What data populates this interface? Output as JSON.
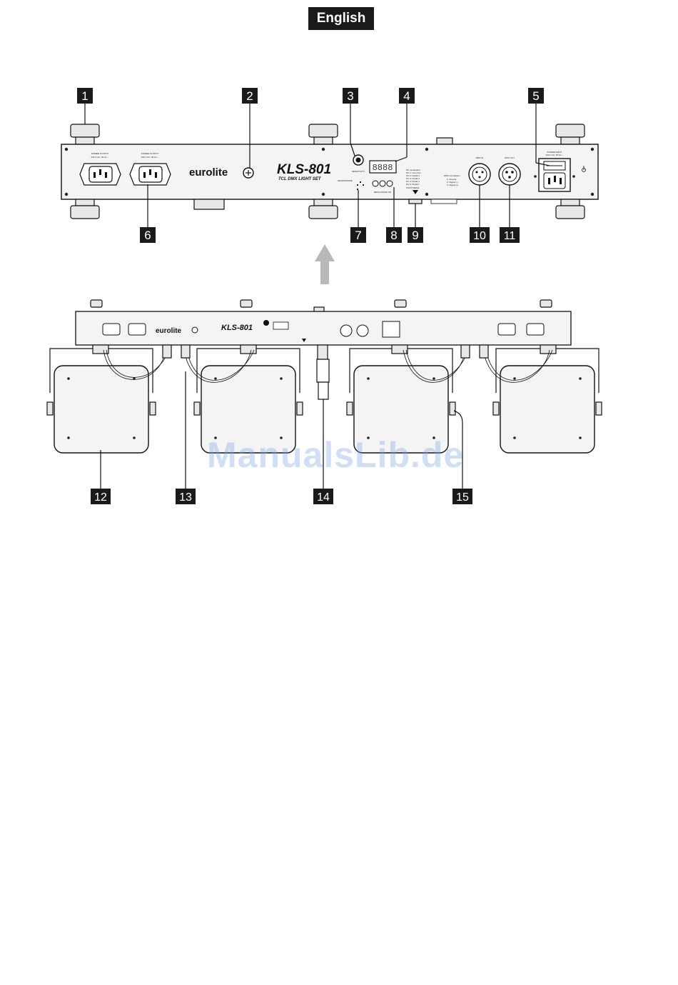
{
  "language_badge": "English",
  "front_panel": {
    "brand_logo": "eurolite",
    "model": "KLS-801",
    "subtitle": "TCL DMX LIGHT SET",
    "power_output_label": "POWER OUTPUT",
    "power_output_rating": "230 V AC, 50 Hz ~",
    "power_input_label": "POWER INPUT",
    "power_input_rating": "230 V AC, 50 Hz ~",
    "sensitivity_label": "SENSITIVITY",
    "microphone_label": "MICROPHONE",
    "display_text": "8888",
    "menu_labels": "MENU DOWN UP",
    "pin_assignment": [
      "Pin occupation:",
      "Pin 1: Common",
      "Pin 2: Pedal 4",
      "Pin 3: Pedal 3",
      "Pin 4: Pedal 2",
      "Pin 5: Pedal 1"
    ],
    "foot_pedal_label": "FOOT PEDAL",
    "dmx_in_label": "DMX IN",
    "dmx_out_label": "DMX OUT",
    "dmx_occupation": [
      "DMX occupation:",
      "1: Ground",
      "2: Signal (-)",
      "3: Signal (+)"
    ]
  },
  "callouts_top": [
    "1",
    "2",
    "3",
    "4",
    "5",
    "6",
    "7",
    "8",
    "9",
    "10",
    "11"
  ],
  "callouts_bottom": [
    "12",
    "13",
    "14",
    "15"
  ],
  "watermark": "ManualsLib.de"
}
